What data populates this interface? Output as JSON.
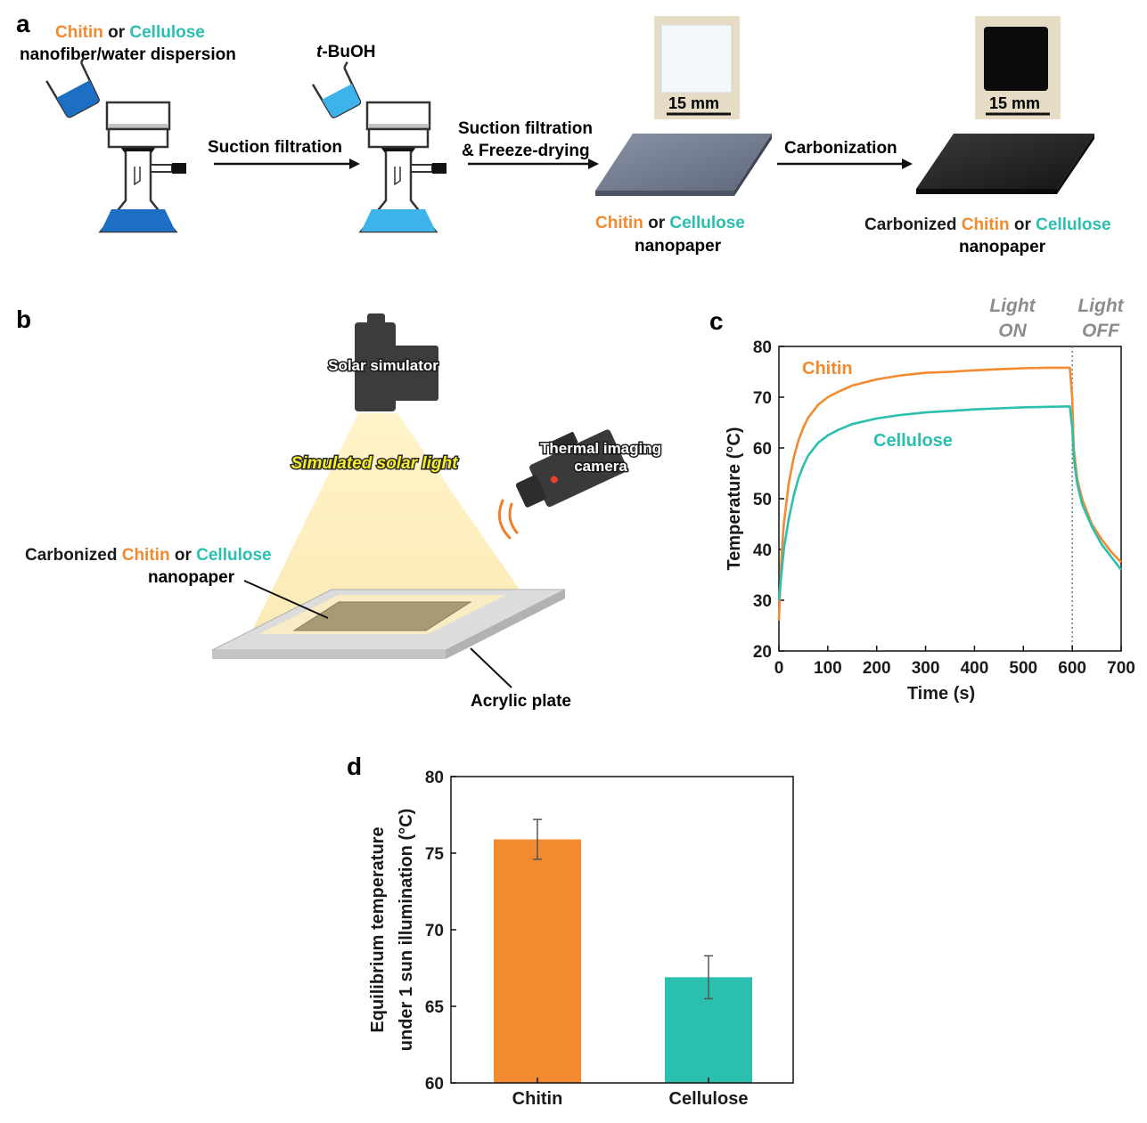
{
  "colors": {
    "chitin": "#f28a30",
    "cellulose": "#2bbfb0",
    "text": "#1a1a1a",
    "light_label": "#8c8c8c"
  },
  "panel_a": {
    "label": "a",
    "src_word_1": "Chitin",
    "src_or": " or ",
    "src_word_2": "Cellulose",
    "src_line2": "nanofiber/water  dispersion",
    "tbuoh_t": "t",
    "tbuoh_rest": "-BuOH",
    "step1": "Suction filtration",
    "step2_line1": "Suction filtration",
    "step2_line2": "& Freeze-drying",
    "step3": "Carbonization",
    "scale1": "15 mm",
    "scale2": "15 mm",
    "np_word_1": "Chitin",
    "np_or": " or ",
    "np_word_2": "Cellulose",
    "np_line2": "nanopaper",
    "cnp_prefix": "Carbonized ",
    "cnp_word_1": "Chitin",
    "cnp_or": " or ",
    "cnp_word_2": "Cellulose",
    "cnp_line2": "nanopaper"
  },
  "panel_b": {
    "label": "b",
    "solar_simulator": "Solar simulator",
    "simulated_light": "Simulated solar light",
    "camera_line1": "Thermal imaging",
    "camera_line2": "camera",
    "sample_prefix": "Carbonized ",
    "sample_word_1": "Chitin",
    "sample_or": " or ",
    "sample_word_2": "Cellulose",
    "sample_line2": "nanopaper",
    "plate": "Acrylic plate"
  },
  "panel_c": {
    "label": "c",
    "light_on_1": "Light",
    "light_on_2": "ON",
    "light_off_1": "Light",
    "light_off_2": "OFF",
    "series_label_1": "Chitin",
    "series_label_2": "Cellulose"
  },
  "panel_d": {
    "label": "d"
  },
  "chart_data": [
    {
      "type": "line",
      "xlabel": "Time (s)",
      "ylabel": "Temperature (°C)",
      "xlim": [
        0,
        700
      ],
      "ylim": [
        20,
        80
      ],
      "xticks": [
        0,
        100,
        200,
        300,
        400,
        500,
        600,
        700
      ],
      "yticks": [
        20,
        30,
        40,
        50,
        60,
        70,
        80
      ],
      "light_off_time": 600,
      "series": [
        {
          "name": "Chitin",
          "color": "#f28a30",
          "x": [
            0,
            5,
            10,
            20,
            30,
            40,
            50,
            60,
            80,
            100,
            120,
            150,
            200,
            250,
            300,
            350,
            400,
            450,
            500,
            550,
            595,
            600,
            603,
            610,
            620,
            640,
            660,
            680,
            700
          ],
          "y": [
            26,
            38,
            45,
            53,
            58,
            61.5,
            64,
            66,
            68.5,
            70,
            71,
            72.3,
            73.5,
            74.3,
            74.8,
            75,
            75.3,
            75.5,
            75.7,
            75.8,
            75.8,
            70,
            60,
            54,
            50,
            45,
            42,
            39.5,
            37.5
          ]
        },
        {
          "name": "Cellulose",
          "color": "#2bbfb0",
          "x": [
            0,
            5,
            10,
            20,
            30,
            40,
            50,
            60,
            80,
            100,
            120,
            150,
            200,
            250,
            300,
            350,
            400,
            450,
            500,
            550,
            595,
            600,
            603,
            610,
            620,
            640,
            660,
            680,
            700
          ],
          "y": [
            30,
            35,
            40,
            46,
            50.5,
            54,
            56.5,
            58.5,
            61,
            62.5,
            63.5,
            64.7,
            65.8,
            66.5,
            67,
            67.3,
            67.6,
            67.8,
            68,
            68.1,
            68.2,
            64,
            58,
            53,
            49,
            44.5,
            41,
            38.5,
            36
          ]
        }
      ]
    },
    {
      "type": "bar",
      "categories": [
        "Chitin",
        "Cellulose"
      ],
      "values": [
        75.9,
        66.9
      ],
      "errors": [
        1.3,
        1.4
      ],
      "colors": [
        "#f28a30",
        "#2bbfb0"
      ],
      "ylabel_line1": "Equilibrium temperature",
      "ylabel_line2": "under 1 sun illumination (°C)",
      "ylim": [
        60,
        80
      ],
      "yticks": [
        60,
        65,
        70,
        75,
        80
      ]
    }
  ]
}
